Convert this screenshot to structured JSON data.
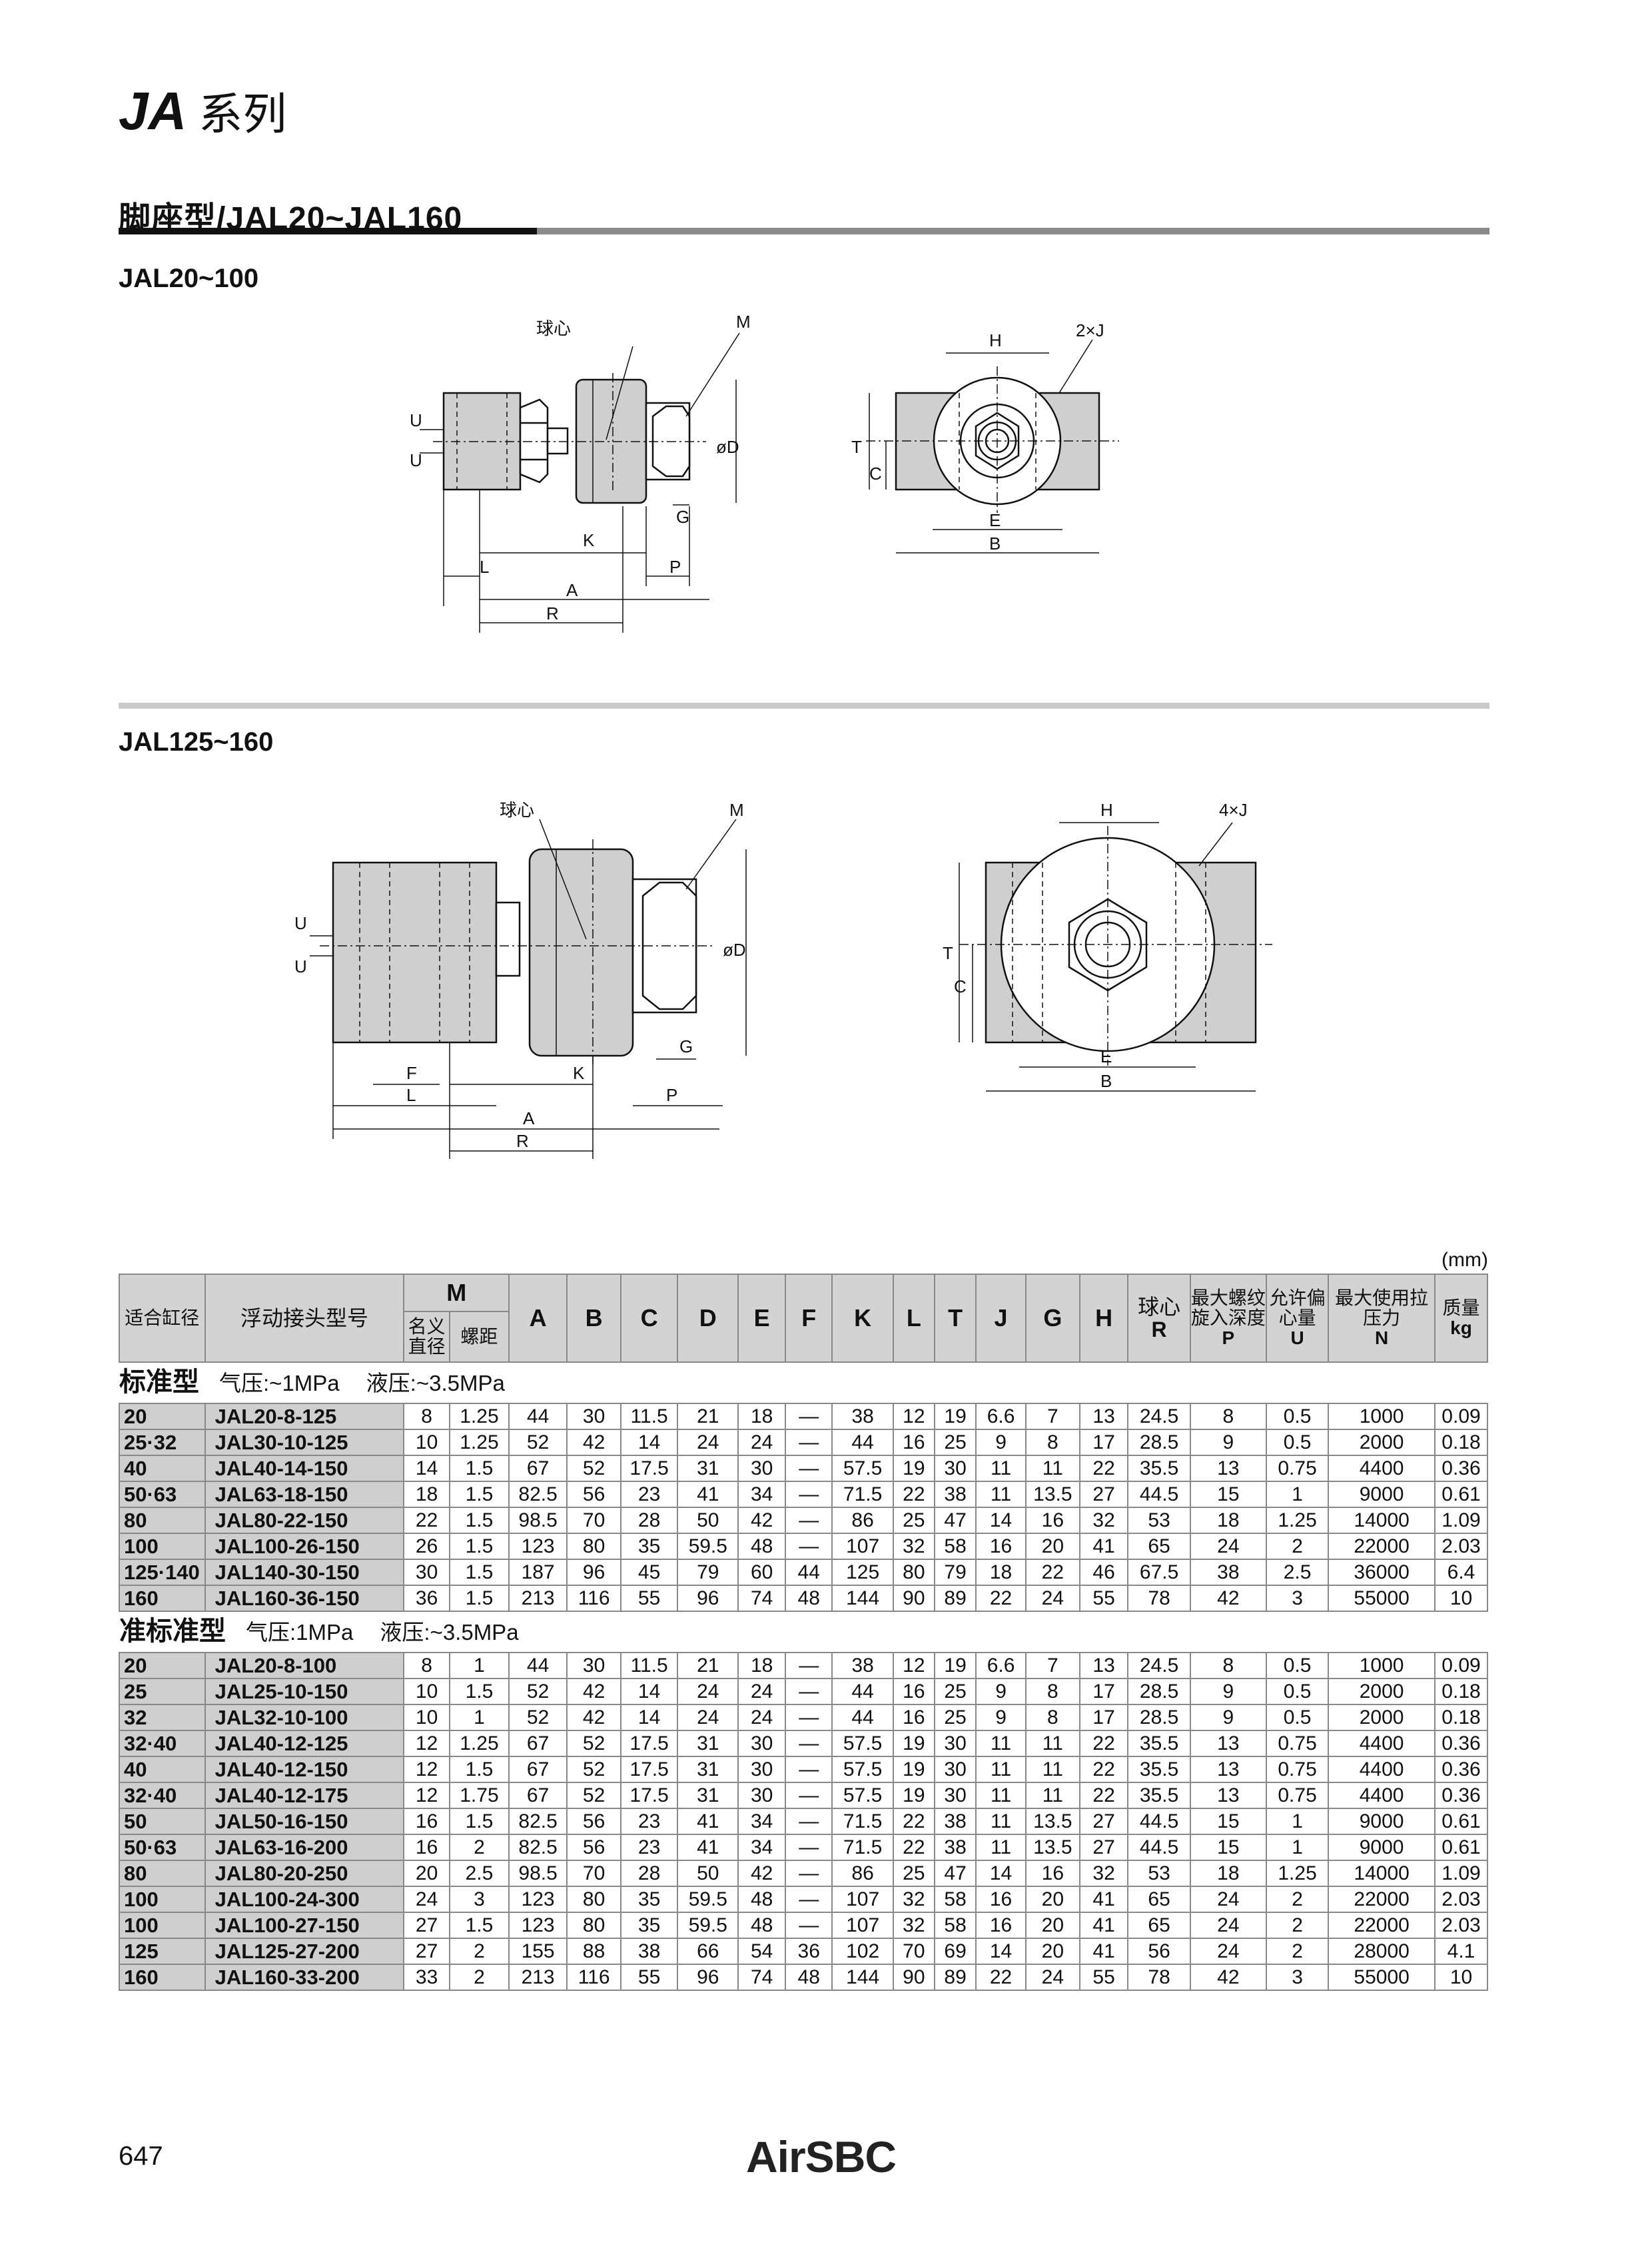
{
  "header": {
    "series_code": "JA",
    "series_suffix": "系列"
  },
  "section": {
    "title": "脚座型/JAL20~JAL160"
  },
  "figures": {
    "fig1_title": "JAL20~100",
    "fig2_title": "JAL125~160",
    "labels_fig1": {
      "ball_center": "球心",
      "m": "M",
      "u1": "U",
      "u2": "U",
      "d": "øD",
      "g": "G",
      "k": "K",
      "l": "L",
      "p": "P",
      "a": "A",
      "r": "R",
      "h": "H",
      "j": "2×J",
      "t": "T",
      "c": "C",
      "e": "E",
      "b": "B"
    },
    "labels_fig2": {
      "ball_center": "球心",
      "m": "M",
      "u1": "U",
      "u2": "U",
      "d": "øD",
      "g": "G",
      "f": "F",
      "k": "K",
      "l": "L",
      "p": "P",
      "a": "A",
      "r": "R",
      "h": "H",
      "j": "4×J",
      "t": "T",
      "c": "C",
      "e": "E",
      "b": "B"
    }
  },
  "table": {
    "unit": "(mm)",
    "headers": {
      "bore": "适合缸径",
      "model": "浮动接头型号",
      "m": "M",
      "m_nominal": "名义直径",
      "m_pitch": "螺距",
      "a": "A",
      "b": "B",
      "c": "C",
      "d": "D",
      "e": "E",
      "f": "F",
      "k": "K",
      "l": "L",
      "t": "T",
      "j": "J",
      "g": "G",
      "h": "H",
      "r_top": "球心",
      "r": "R",
      "p_top": "最大螺纹旋入深度",
      "p": "P",
      "u_top": "允许偏心量",
      "u": "U",
      "n_top": "最大使用拉压力",
      "n": "N",
      "kg_top": "质量",
      "kg": "kg"
    },
    "groups": [
      {
        "name": "标准型",
        "air_note": "气压:~1MPa",
        "hyd_note": "液压:~3.5MPa",
        "rows": [
          [
            "20",
            "JAL20-8-125",
            "8",
            "1.25",
            "44",
            "30",
            "11.5",
            "21",
            "18",
            "—",
            "38",
            "12",
            "19",
            "6.6",
            "7",
            "13",
            "24.5",
            "8",
            "0.5",
            "1000",
            "0.09"
          ],
          [
            "25·32",
            "JAL30-10-125",
            "10",
            "1.25",
            "52",
            "42",
            "14",
            "24",
            "24",
            "—",
            "44",
            "16",
            "25",
            "9",
            "8",
            "17",
            "28.5",
            "9",
            "0.5",
            "2000",
            "0.18"
          ],
          [
            "40",
            "JAL40-14-150",
            "14",
            "1.5",
            "67",
            "52",
            "17.5",
            "31",
            "30",
            "—",
            "57.5",
            "19",
            "30",
            "11",
            "11",
            "22",
            "35.5",
            "13",
            "0.75",
            "4400",
            "0.36"
          ],
          [
            "50·63",
            "JAL63-18-150",
            "18",
            "1.5",
            "82.5",
            "56",
            "23",
            "41",
            "34",
            "—",
            "71.5",
            "22",
            "38",
            "11",
            "13.5",
            "27",
            "44.5",
            "15",
            "1",
            "9000",
            "0.61"
          ],
          [
            "80",
            "JAL80-22-150",
            "22",
            "1.5",
            "98.5",
            "70",
            "28",
            "50",
            "42",
            "—",
            "86",
            "25",
            "47",
            "14",
            "16",
            "32",
            "53",
            "18",
            "1.25",
            "14000",
            "1.09"
          ],
          [
            "100",
            "JAL100-26-150",
            "26",
            "1.5",
            "123",
            "80",
            "35",
            "59.5",
            "48",
            "—",
            "107",
            "32",
            "58",
            "16",
            "20",
            "41",
            "65",
            "24",
            "2",
            "22000",
            "2.03"
          ],
          [
            "125·140",
            "JAL140-30-150",
            "30",
            "1.5",
            "187",
            "96",
            "45",
            "79",
            "60",
            "44",
            "125",
            "80",
            "79",
            "18",
            "22",
            "46",
            "67.5",
            "38",
            "2.5",
            "36000",
            "6.4"
          ],
          [
            "160",
            "JAL160-36-150",
            "36",
            "1.5",
            "213",
            "116",
            "55",
            "96",
            "74",
            "48",
            "144",
            "90",
            "89",
            "22",
            "24",
            "55",
            "78",
            "42",
            "3",
            "55000",
            "10"
          ]
        ]
      },
      {
        "name": "准标准型",
        "air_note": "气压:1MPa",
        "hyd_note": "液压:~3.5MPa",
        "rows": [
          [
            "20",
            "JAL20-8-100",
            "8",
            "1",
            "44",
            "30",
            "11.5",
            "21",
            "18",
            "—",
            "38",
            "12",
            "19",
            "6.6",
            "7",
            "13",
            "24.5",
            "8",
            "0.5",
            "1000",
            "0.09"
          ],
          [
            "25",
            "JAL25-10-150",
            "10",
            "1.5",
            "52",
            "42",
            "14",
            "24",
            "24",
            "—",
            "44",
            "16",
            "25",
            "9",
            "8",
            "17",
            "28.5",
            "9",
            "0.5",
            "2000",
            "0.18"
          ],
          [
            "32",
            "JAL32-10-100",
            "10",
            "1",
            "52",
            "42",
            "14",
            "24",
            "24",
            "—",
            "44",
            "16",
            "25",
            "9",
            "8",
            "17",
            "28.5",
            "9",
            "0.5",
            "2000",
            "0.18"
          ],
          [
            "32·40",
            "JAL40-12-125",
            "12",
            "1.25",
            "67",
            "52",
            "17.5",
            "31",
            "30",
            "—",
            "57.5",
            "19",
            "30",
            "11",
            "11",
            "22",
            "35.5",
            "13",
            "0.75",
            "4400",
            "0.36"
          ],
          [
            "40",
            "JAL40-12-150",
            "12",
            "1.5",
            "67",
            "52",
            "17.5",
            "31",
            "30",
            "—",
            "57.5",
            "19",
            "30",
            "11",
            "11",
            "22",
            "35.5",
            "13",
            "0.75",
            "4400",
            "0.36"
          ],
          [
            "32·40",
            "JAL40-12-175",
            "12",
            "1.75",
            "67",
            "52",
            "17.5",
            "31",
            "30",
            "—",
            "57.5",
            "19",
            "30",
            "11",
            "11",
            "22",
            "35.5",
            "13",
            "0.75",
            "4400",
            "0.36"
          ],
          [
            "50",
            "JAL50-16-150",
            "16",
            "1.5",
            "82.5",
            "56",
            "23",
            "41",
            "34",
            "—",
            "71.5",
            "22",
            "38",
            "11",
            "13.5",
            "27",
            "44.5",
            "15",
            "1",
            "9000",
            "0.61"
          ],
          [
            "50·63",
            "JAL63-16-200",
            "16",
            "2",
            "82.5",
            "56",
            "23",
            "41",
            "34",
            "—",
            "71.5",
            "22",
            "38",
            "11",
            "13.5",
            "27",
            "44.5",
            "15",
            "1",
            "9000",
            "0.61"
          ],
          [
            "80",
            "JAL80-20-250",
            "20",
            "2.5",
            "98.5",
            "70",
            "28",
            "50",
            "42",
            "—",
            "86",
            "25",
            "47",
            "14",
            "16",
            "32",
            "53",
            "18",
            "1.25",
            "14000",
            "1.09"
          ],
          [
            "100",
            "JAL100-24-300",
            "24",
            "3",
            "123",
            "80",
            "35",
            "59.5",
            "48",
            "—",
            "107",
            "32",
            "58",
            "16",
            "20",
            "41",
            "65",
            "24",
            "2",
            "22000",
            "2.03"
          ],
          [
            "100",
            "JAL100-27-150",
            "27",
            "1.5",
            "123",
            "80",
            "35",
            "59.5",
            "48",
            "—",
            "107",
            "32",
            "58",
            "16",
            "20",
            "41",
            "65",
            "24",
            "2",
            "22000",
            "2.03"
          ],
          [
            "125",
            "JAL125-27-200",
            "27",
            "2",
            "155",
            "88",
            "38",
            "66",
            "54",
            "36",
            "102",
            "70",
            "69",
            "14",
            "20",
            "41",
            "56",
            "24",
            "2",
            "28000",
            "4.1"
          ],
          [
            "160",
            "JAL160-33-200",
            "33",
            "2",
            "213",
            "116",
            "55",
            "96",
            "74",
            "48",
            "144",
            "90",
            "89",
            "22",
            "24",
            "55",
            "78",
            "42",
            "3",
            "55000",
            "10"
          ]
        ]
      }
    ]
  },
  "footer": {
    "page_number": "647",
    "brand": "AirSBC"
  }
}
